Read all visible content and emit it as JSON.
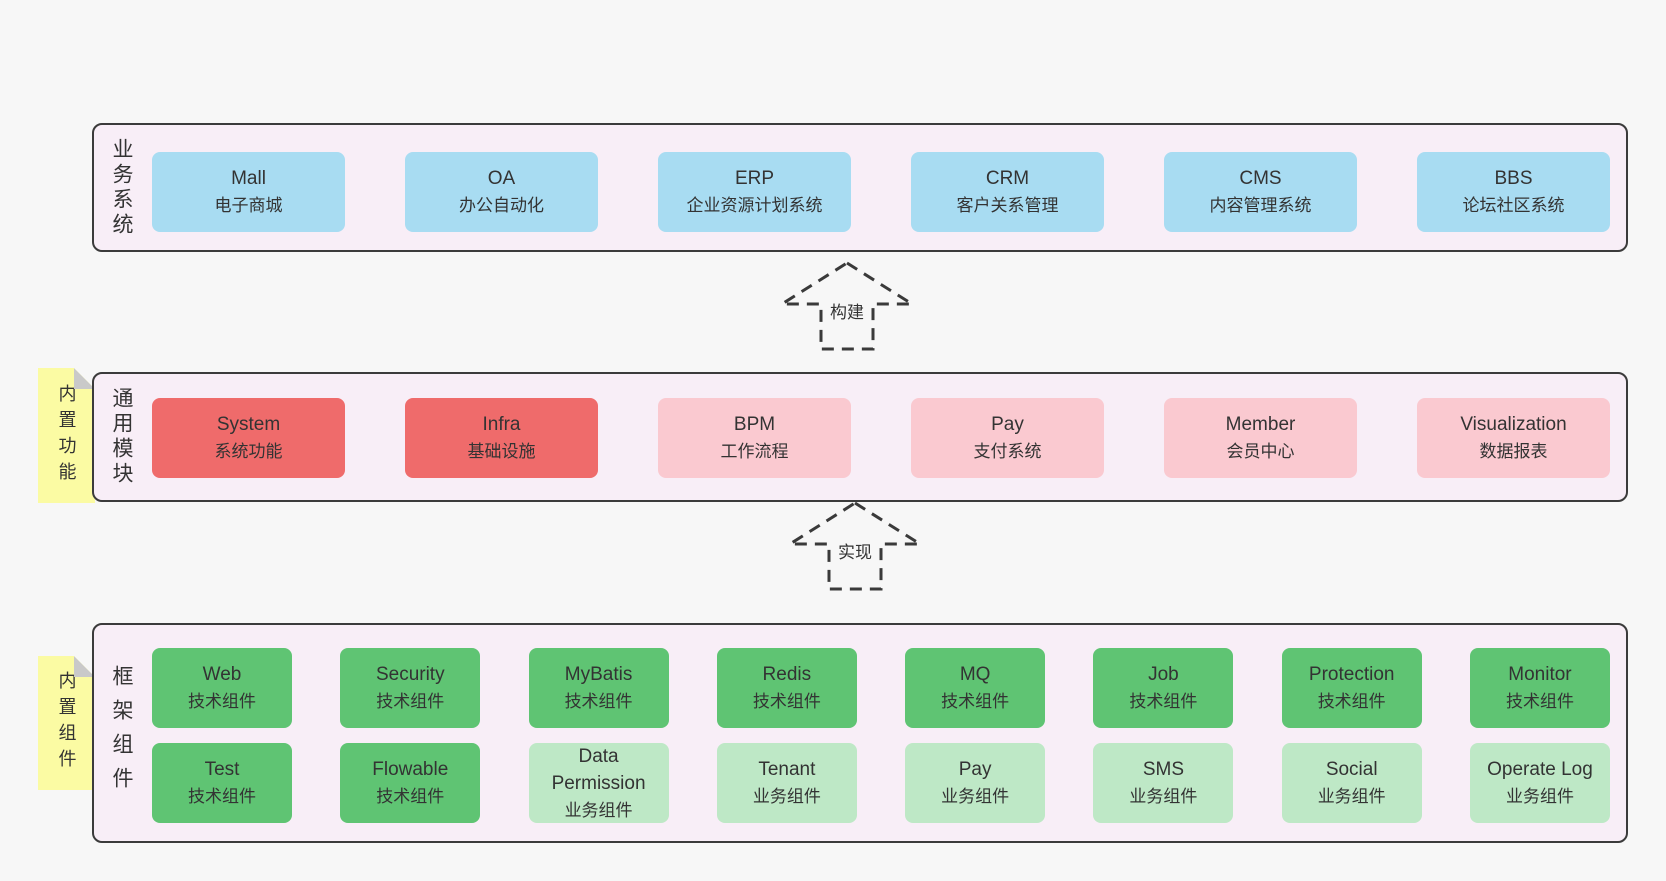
{
  "page": {
    "background": "#f7f7f7"
  },
  "palette": {
    "page_bg": "#f7f7f7",
    "section_bg": "#f8eef7",
    "section_border": "#3b3b3b",
    "blue": "#a8dcf2",
    "red": "#ef6b6b",
    "pink": "#fac9d0",
    "green": "#5fc473",
    "light_green": "#bee8c6",
    "sticky_yellow": "#fbfba3",
    "sticky_fold": "#c9c9c9",
    "text": "#333333",
    "arrow_stroke": "#3a3a3a"
  },
  "sections": [
    {
      "id": "business-systems",
      "label": "业务系统",
      "boxes": [
        {
          "title": "Mall",
          "subtitle": "电子商城",
          "variant": "blue"
        },
        {
          "title": "OA",
          "subtitle": "办公自动化",
          "variant": "blue"
        },
        {
          "title": "ERP",
          "subtitle": "企业资源计划系统",
          "variant": "blue"
        },
        {
          "title": "CRM",
          "subtitle": "客户关系管理",
          "variant": "blue"
        },
        {
          "title": "CMS",
          "subtitle": "内容管理系统",
          "variant": "blue"
        },
        {
          "title": "BBS",
          "subtitle": "论坛社区系统",
          "variant": "blue"
        }
      ]
    },
    {
      "id": "common-modules",
      "label": "通用模块",
      "sticky": "内置功能",
      "boxes": [
        {
          "title": "System",
          "subtitle": "系统功能",
          "variant": "red"
        },
        {
          "title": "Infra",
          "subtitle": "基础设施",
          "variant": "red"
        },
        {
          "title": "BPM",
          "subtitle": "工作流程",
          "variant": "pink"
        },
        {
          "title": "Pay",
          "subtitle": "支付系统",
          "variant": "pink"
        },
        {
          "title": "Member",
          "subtitle": "会员中心",
          "variant": "pink"
        },
        {
          "title": "Visualization",
          "subtitle": "数据报表",
          "variant": "pink"
        }
      ]
    },
    {
      "id": "framework-components",
      "label": "框架组件",
      "sticky": "内置组件",
      "rows": [
        [
          {
            "title": "Web",
            "subtitle": "技术组件",
            "variant": "green"
          },
          {
            "title": "Security",
            "subtitle": "技术组件",
            "variant": "green"
          },
          {
            "title": "MyBatis",
            "subtitle": "技术组件",
            "variant": "green"
          },
          {
            "title": "Redis",
            "subtitle": "技术组件",
            "variant": "green"
          },
          {
            "title": "MQ",
            "subtitle": "技术组件",
            "variant": "green"
          },
          {
            "title": "Job",
            "subtitle": "技术组件",
            "variant": "green"
          },
          {
            "title": "Protection",
            "subtitle": "技术组件",
            "variant": "green"
          },
          {
            "title": "Monitor",
            "subtitle": "技术组件",
            "variant": "green"
          }
        ],
        [
          {
            "title": "Test",
            "subtitle": "技术组件",
            "variant": "green"
          },
          {
            "title": "Flowable",
            "subtitle": "技术组件",
            "variant": "green"
          },
          {
            "title": "Data Permission",
            "subtitle": "业务组件",
            "variant": "lightgreen"
          },
          {
            "title": "Tenant",
            "subtitle": "业务组件",
            "variant": "lightgreen"
          },
          {
            "title": "Pay",
            "subtitle": "业务组件",
            "variant": "lightgreen"
          },
          {
            "title": "SMS",
            "subtitle": "业务组件",
            "variant": "lightgreen"
          },
          {
            "title": "Social",
            "subtitle": "业务组件",
            "variant": "lightgreen"
          },
          {
            "title": "Operate Log",
            "subtitle": "业务组件",
            "variant": "lightgreen"
          }
        ]
      ]
    }
  ],
  "arrows": [
    {
      "id": "build",
      "label": "构建"
    },
    {
      "id": "implement",
      "label": "实现"
    }
  ]
}
